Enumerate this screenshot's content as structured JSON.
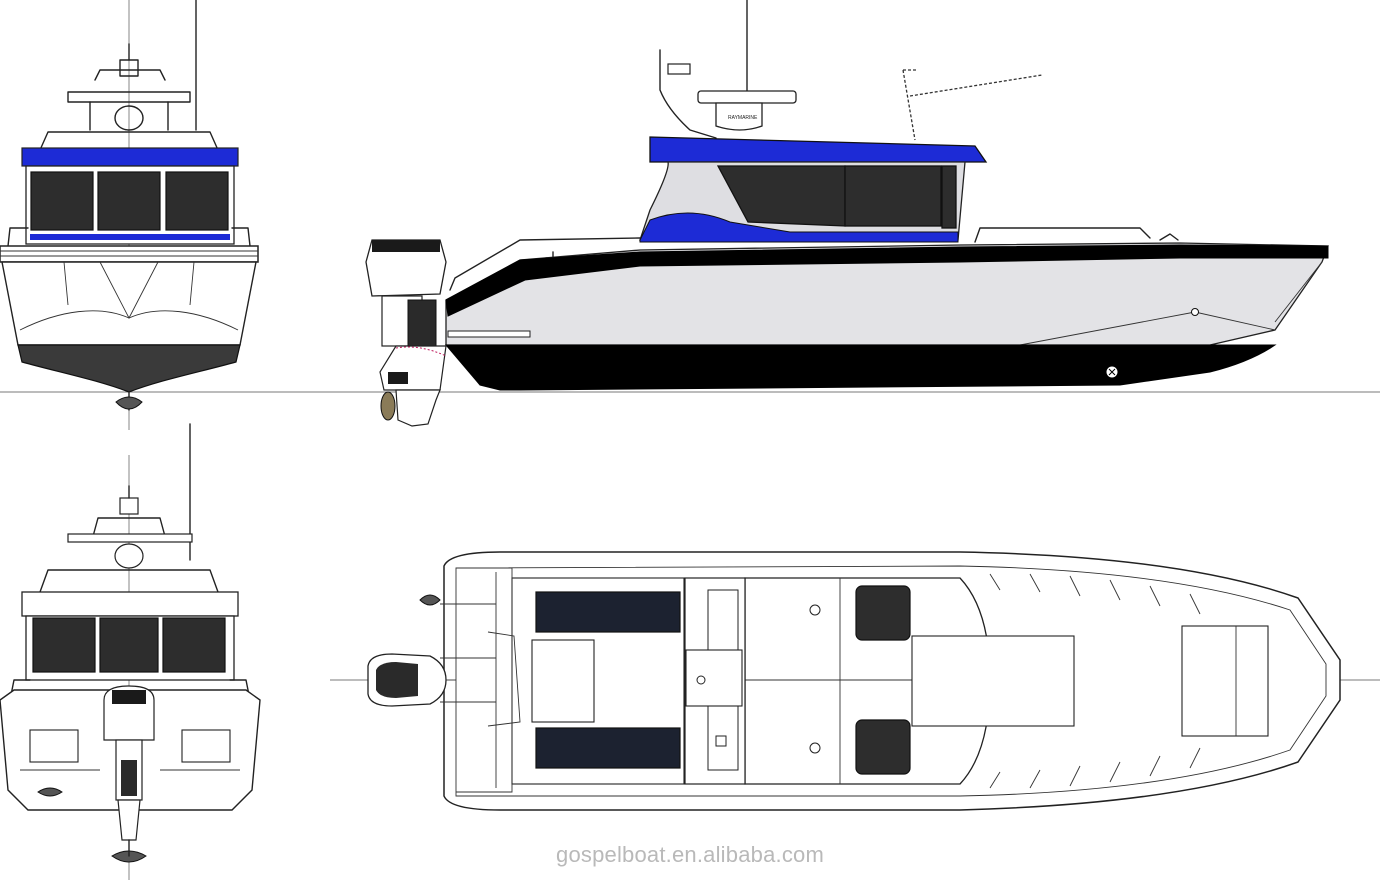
{
  "watermark": "gospelboat.en.alibaba.com",
  "colors": {
    "cabin_roof_blue": "#1d2bd6",
    "hull_black": "#000000",
    "hull_grey": "#e3e3e6",
    "window_dark": "#2d2d2d",
    "deck_mat_dark": "#1c2230"
  },
  "views": [
    "front-view",
    "side-profile-view",
    "rear-view",
    "top-plan-view"
  ]
}
